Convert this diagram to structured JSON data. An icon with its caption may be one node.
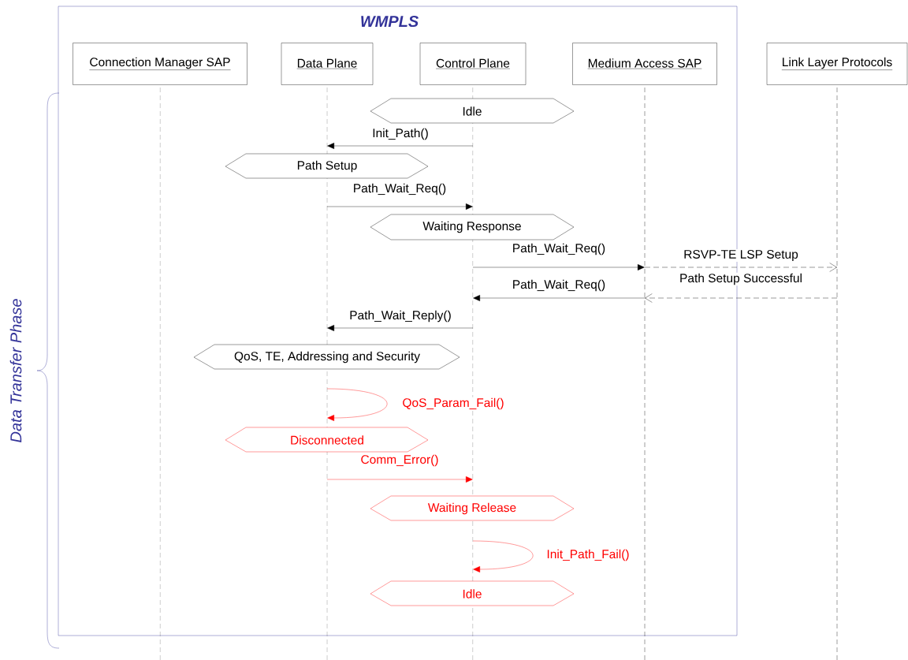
{
  "diagram": {
    "nodes": [
      {
        "text": [
          "WMPLS"
        ]
      },
      {
        "text": [
          "Connection Manager SAP"
        ],
        "in": 0
      },
      {
        "text": [
          "Data Plane"
        ],
        "in": 0
      },
      {
        "text": [
          "Control Plane"
        ],
        "in": 0
      },
      {
        "text": [
          "Medium Access SAP"
        ],
        "in": 0
      },
      {
        "text": [
          "Link Layer Protocols"
        ]
      },
      {
        "text": [
          "Idle"
        ],
        "in": 0
      },
      {
        "text": [
          "Path Setup"
        ],
        "in": 0
      },
      {
        "text": [
          "Waiting Response"
        ],
        "in": 0
      },
      {
        "text": [
          "QoS, TE, Addressing and Security"
        ],
        "in": 0
      },
      {
        "text": [
          "Disconnected"
        ],
        "in": 0
      },
      {
        "text": [
          "Waiting Release"
        ],
        "in": 0
      },
      {
        "text": [
          "Idle"
        ],
        "in": 0
      }
    ],
    "edges": [
      {
        "from": 3,
        "to": 2,
        "arrow": "to",
        "label": "Init_Path()"
      },
      {
        "from": 2,
        "to": 3,
        "arrow": "to",
        "label": "Path_Wait_Req()"
      },
      {
        "from": 3,
        "to": 4,
        "arrow": "to",
        "label": "Path_Wait_Req()"
      },
      {
        "from": 4,
        "to": 5,
        "arrow": "to",
        "label": "RSVP-TE LSP Setup",
        "style": "dashed"
      },
      {
        "from": 5,
        "to": 4,
        "arrow": "to",
        "label": "Path Setup Successful",
        "style": "dashed"
      },
      {
        "from": 4,
        "to": 3,
        "arrow": "to",
        "label": "Path_Wait_Req()"
      },
      {
        "from": 3,
        "to": 2,
        "arrow": "to",
        "label": "Path_Wait_Reply()"
      },
      {
        "from": 2,
        "to": 2,
        "arrow": "to",
        "label": "QoS_Param_Fail()",
        "color": "#ff0000"
      },
      {
        "from": 2,
        "to": 3,
        "arrow": "to",
        "label": "Comm_Error()",
        "color": "#ff0000"
      },
      {
        "from": 3,
        "to": 3,
        "arrow": "to",
        "label": "Init_Path_Fail()",
        "color": "#ff0000"
      }
    ],
    "labels": [
      "Data Transfer Phase"
    ]
  }
}
